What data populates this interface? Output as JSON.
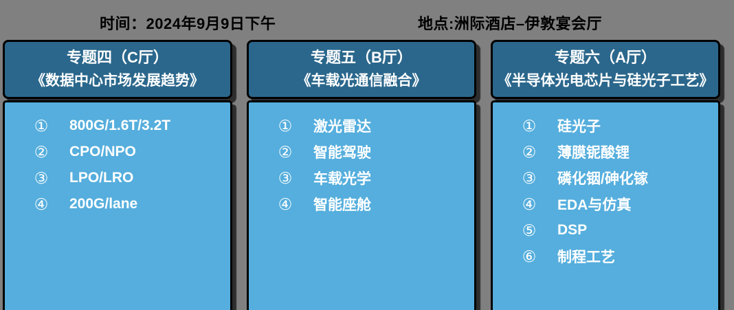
{
  "header": {
    "time_label": "时间：2024年9月9日下午",
    "location_label": "地点:洲际酒店–伊敦宴会厅"
  },
  "colors": {
    "background": "#808080",
    "panel_header_bg": "#2B678C",
    "panel_body_bg": "#55AEDD",
    "border": "#000000",
    "panel_text": "#FFFFFF",
    "top_text": "#000000"
  },
  "panels": [
    {
      "title_line1": "专题四（C厅）",
      "title_line2": "《数据中心市场发展趋势》",
      "items": [
        {
          "num": "①",
          "label": "800G/1.6T/3.2T"
        },
        {
          "num": "②",
          "label": "CPO/NPO"
        },
        {
          "num": "③",
          "label": "LPO/LRO"
        },
        {
          "num": "④",
          "label": "200G/lane"
        }
      ]
    },
    {
      "title_line1": "专题五（B厅）",
      "title_line2": "《车载光通信融合》",
      "items": [
        {
          "num": "①",
          "label": "激光雷达"
        },
        {
          "num": "②",
          "label": "智能驾驶"
        },
        {
          "num": "③",
          "label": "车载光学"
        },
        {
          "num": "④",
          "label": "智能座舱"
        }
      ]
    },
    {
      "title_line1": "专题六（A厅）",
      "title_line2": "《半导体光电芯片与硅光子工艺》",
      "items": [
        {
          "num": "①",
          "label": "硅光子"
        },
        {
          "num": "②",
          "label": "薄膜铌酸锂"
        },
        {
          "num": "③",
          "label": "磷化铟/砷化镓"
        },
        {
          "num": "④",
          "label": "EDA与仿真"
        },
        {
          "num": "⑤",
          "label": "DSP"
        },
        {
          "num": "⑥",
          "label": "制程工艺"
        }
      ]
    }
  ]
}
